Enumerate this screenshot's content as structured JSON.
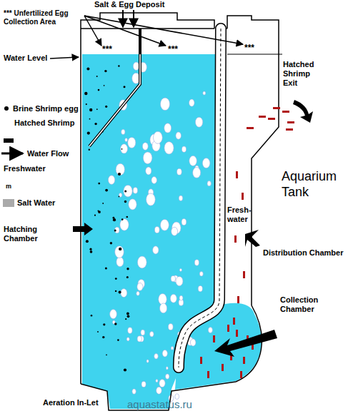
{
  "diagram": {
    "labels": [
      "Salt & Egg Deposit",
      "*** Unfertilized Egg Collection Area",
      "Water Level",
      "***",
      "***",
      "***",
      "Hatched Shrimp Exit",
      "Aquarium Tank",
      "Hatching Chamber",
      "Distribution Chamber",
      "Fresh-water",
      "Collection Chamber",
      "Aeration In-Let",
      "m",
      "aquastatus.ru"
    ],
    "legend": [
      {
        "text": "Brine Shrimp egg"
      },
      {
        "text": "Hatched Shrimp"
      },
      {
        "text": "Water Flow"
      },
      {
        "text": "Freshwater"
      },
      {
        "text": "Salt Water",
        "color": "#aaaaaa"
      }
    ]
  }
}
